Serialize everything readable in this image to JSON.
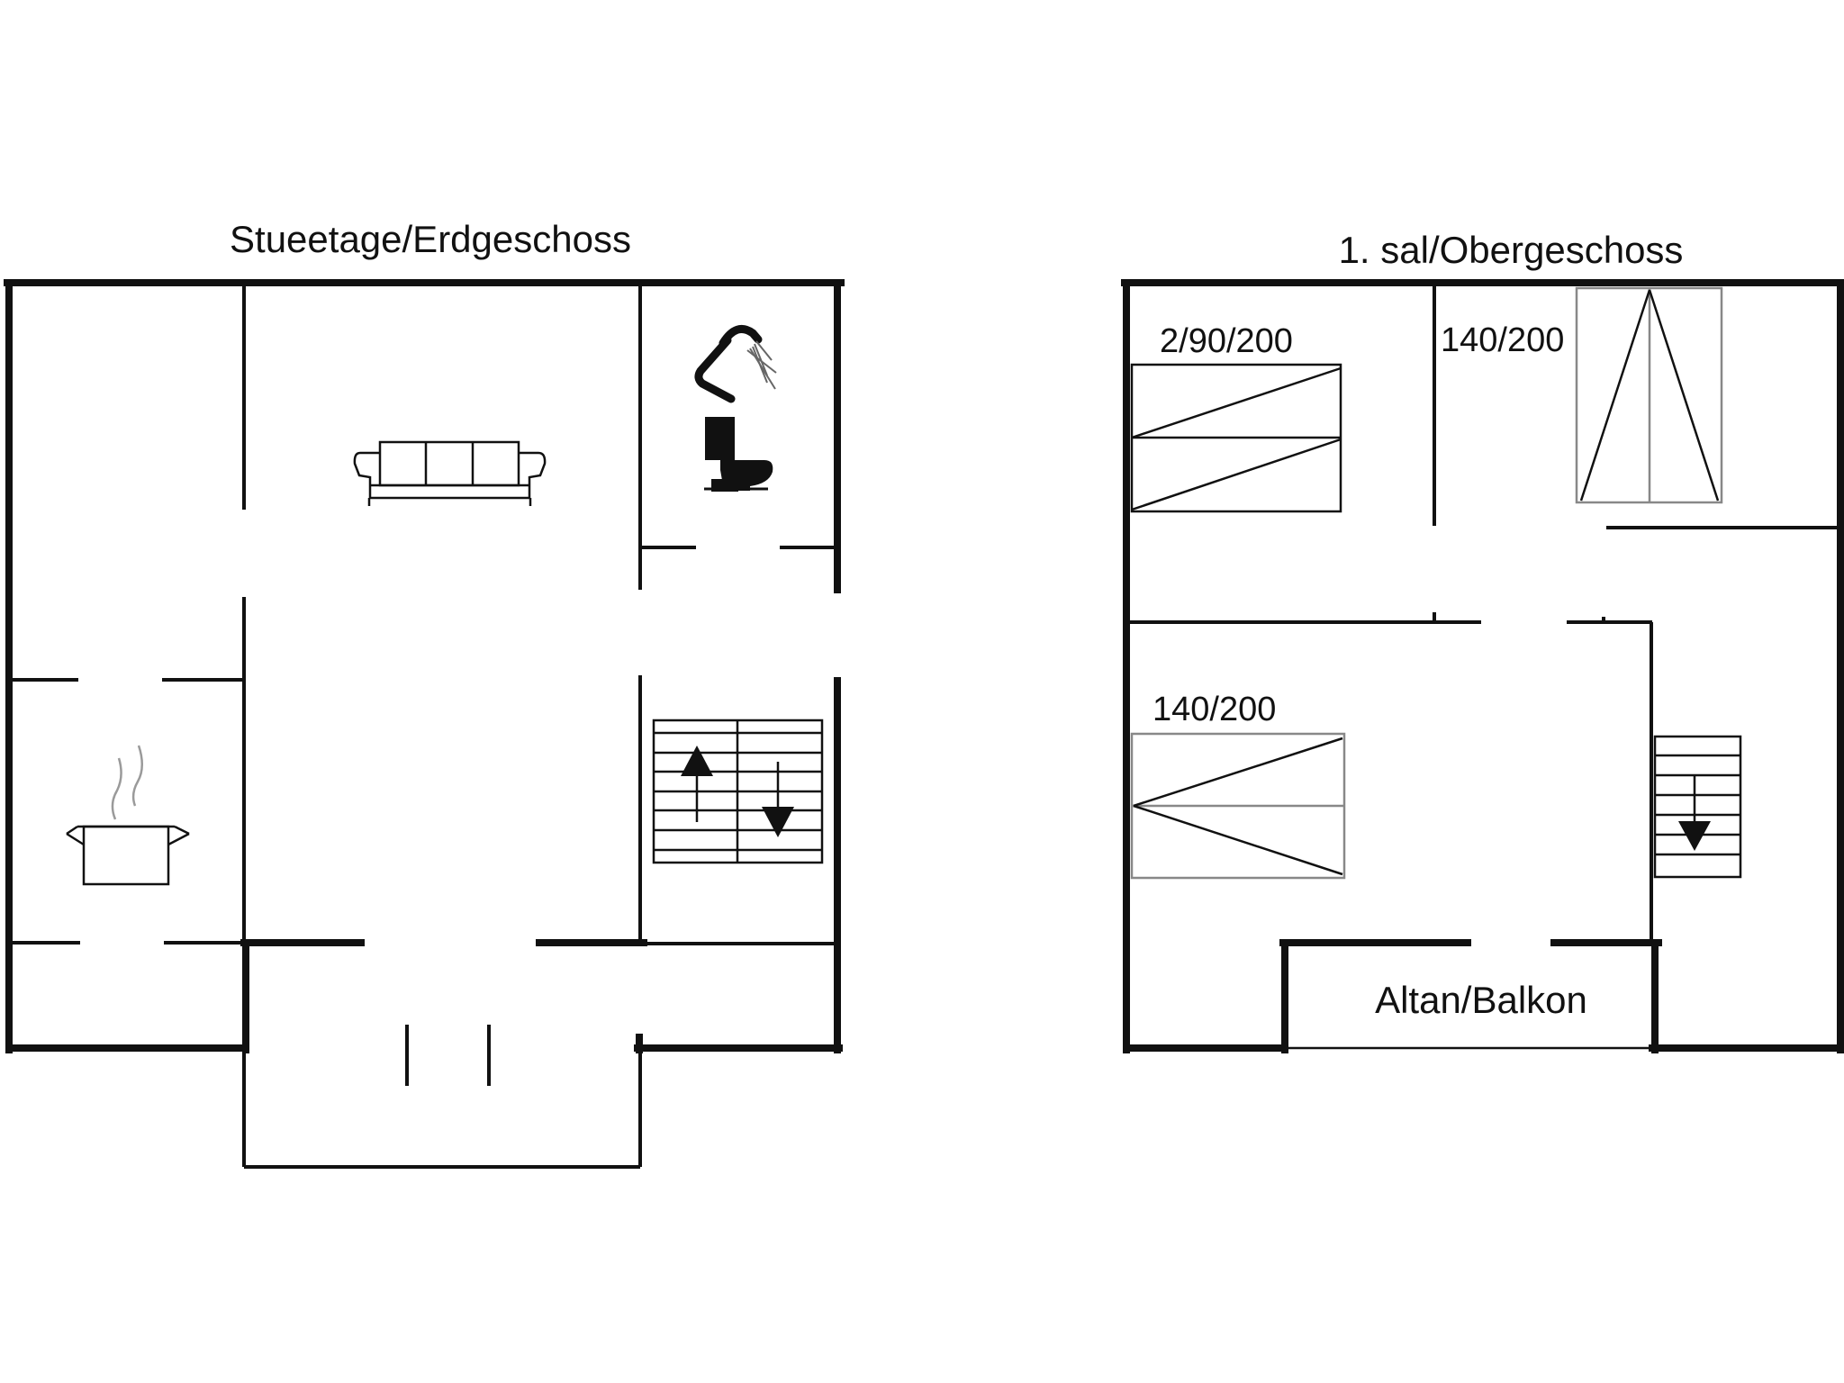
{
  "ground_floor": {
    "title": "Stueetage/Erdgeschoss"
  },
  "upper_floor": {
    "title": "1. sal/Obergeschoss",
    "bed_labels": [
      "2/90/200",
      "140/200",
      "140/200"
    ],
    "balcony_label": "Altan/Balkon"
  },
  "icons": [
    "sofa-icon",
    "shower-icon",
    "toilet-icon",
    "cooking-pot-icon",
    "stairs-icon",
    "single-beds-icon",
    "double-bed-icon"
  ]
}
